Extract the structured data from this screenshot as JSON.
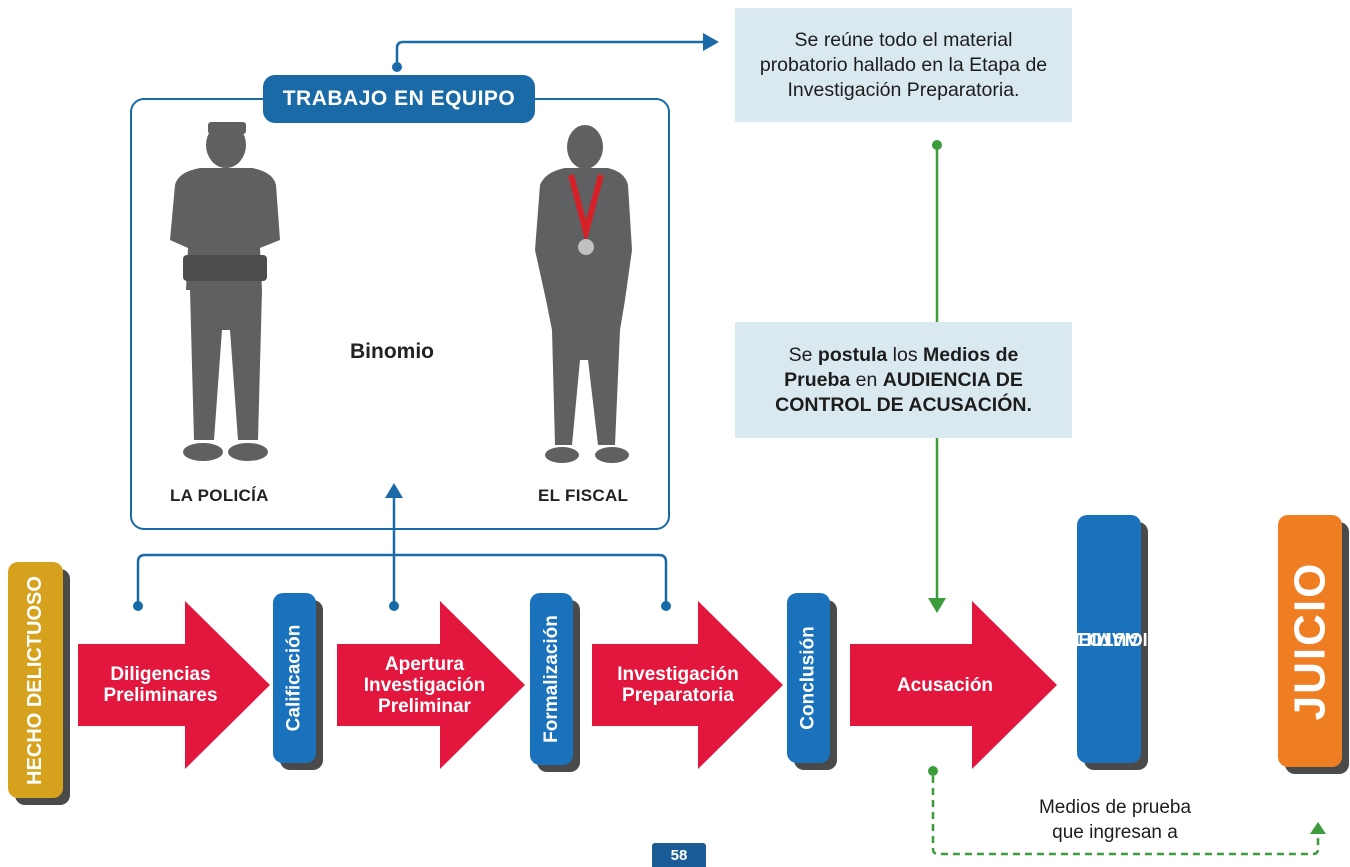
{
  "team": {
    "title": "TRABAJO EN EQUIPO",
    "binomio": "Binomio",
    "left_figure": "LA POLICÍA",
    "right_figure": "EL FISCAL"
  },
  "notes": {
    "top_lines": [
      "Se reúne todo el material",
      "probatorio hallado en la Etapa de",
      "Investigación Preparatoria."
    ],
    "bottom": {
      "t1": "Se ",
      "b1": "postula",
      "t2": " los ",
      "b2": "Medios de Prueba",
      "t3": " en ",
      "b3": "AUDIENCIA DE CONTROL DE ACUSACIÓN."
    }
  },
  "stages": {
    "hecho": "HECHO DELICTUOSO",
    "diligencias": [
      "Diligencias",
      "Preliminares"
    ],
    "calificacion": "Calificación",
    "apertura": [
      "Apertura",
      "Investigación",
      "Preliminar"
    ],
    "formalizacion": "Formalización",
    "investigacion": [
      "Investigación",
      "Preparatoria"
    ],
    "conclusion": "Conclusión",
    "acusacion": "Acusación",
    "auto": [
      "AUTO DE",
      "ENJUICIAMIENTO"
    ],
    "juicio": "JUICIO"
  },
  "medios": [
    "Medios de prueba",
    "que ingresan a"
  ],
  "page_number": "58",
  "colors": {
    "blue": "#1a6aa8",
    "bar_blue": "#1a72bd",
    "red": "#e3173e",
    "gold": "#d6a21e",
    "orange": "#ef7d22",
    "green": "#3c9c3c",
    "note_bg": "#d9e9ef",
    "shadow": "#4a4a4a",
    "figure": "#5f6062",
    "medal_ribbon": "#d62027"
  }
}
